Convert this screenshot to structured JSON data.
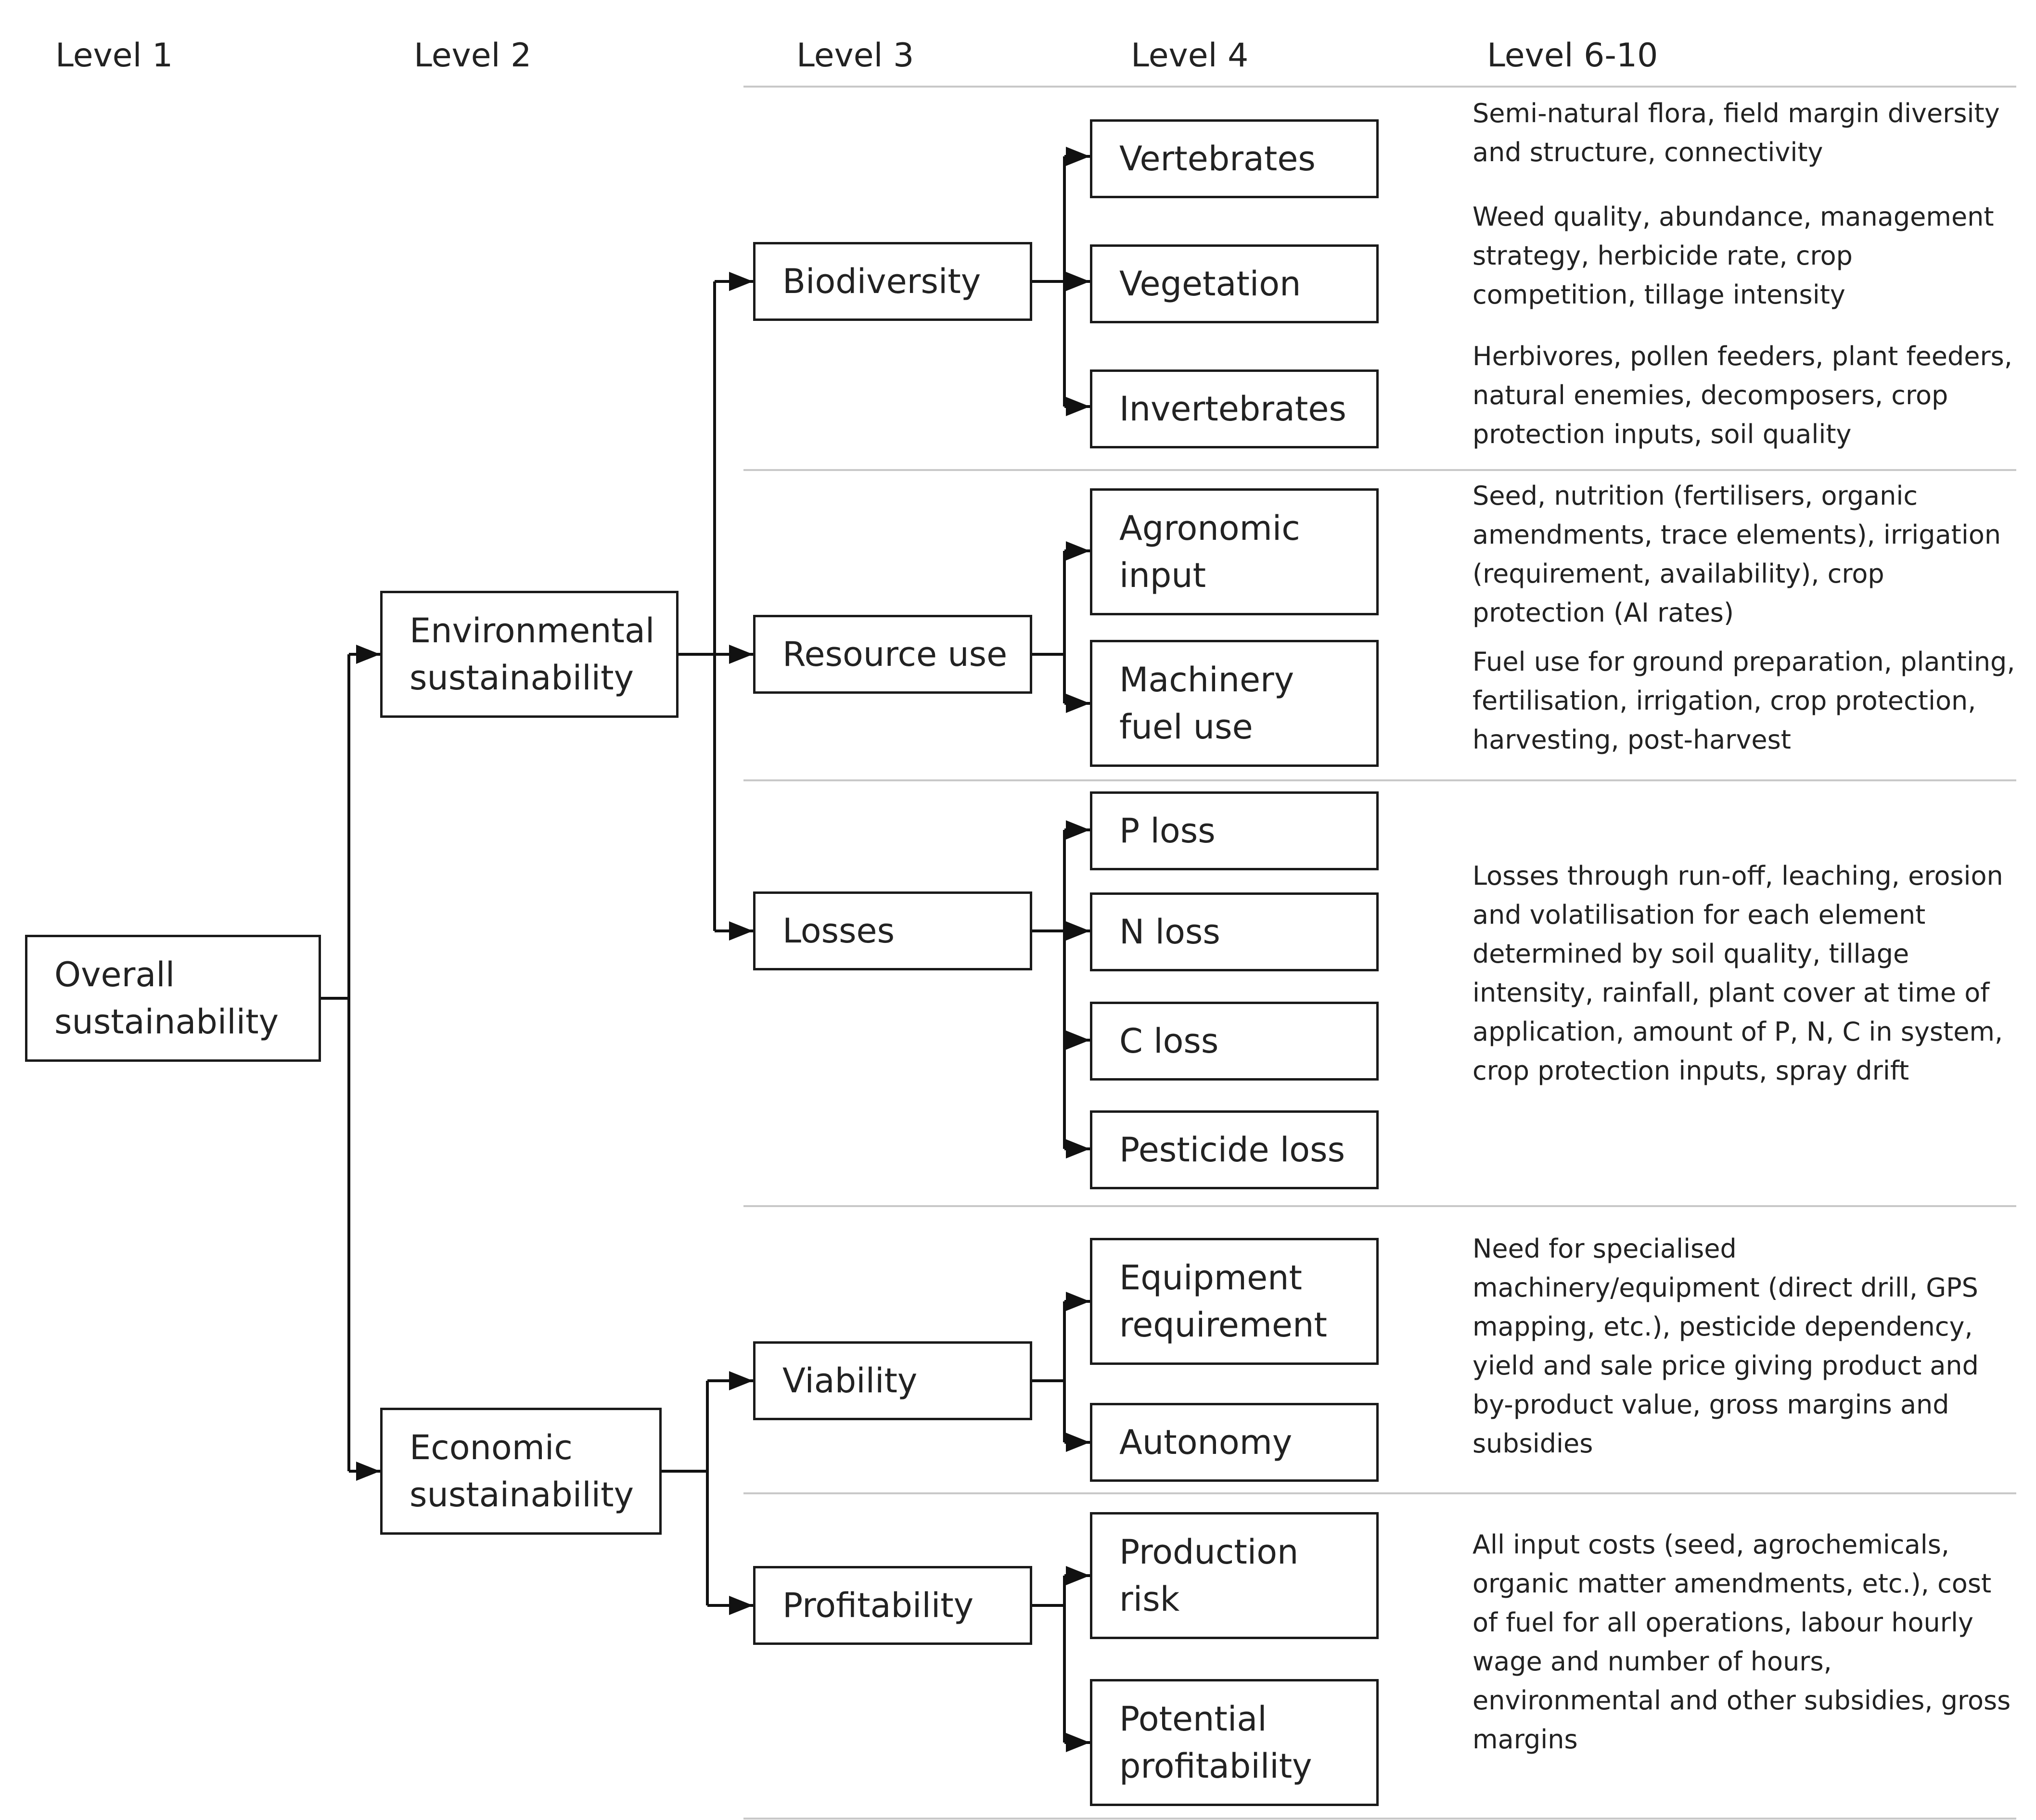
{
  "levels": [
    "Level 1",
    "Level 2",
    "Level 3",
    "Level 4",
    "Level 6-10"
  ],
  "nodes": {
    "overall": "Overall\nsustainability",
    "environmental": "Environmental\nsustainability",
    "economic": "Economic\nsustainability",
    "biodiversity": "Biodiversity",
    "resource_use": "Resource use",
    "losses": "Losses",
    "viability": "Viability",
    "profitability": "Profitability",
    "vertebrates": "Vertebrates",
    "vegetation": "Vegetation",
    "invertebrates": "Invertebrates",
    "agronomic_input": "Agronomic\ninput",
    "machinery_fuel": "Machinery\nfuel use",
    "p_loss": "P loss",
    "n_loss": "N loss",
    "c_loss": "C loss",
    "pesticide_loss": "Pesticide loss",
    "equipment": "Equipment\nrequirement",
    "autonomy": "Autonomy",
    "production_risk": "Production\nrisk",
    "potential_profitability": "Potential\nprofitability"
  },
  "notes": {
    "vertebrates": "Semi-natural flora, field margin diversity and structure, connectivity",
    "vegetation": "Weed quality, abundance, management strategy, herbicide rate, crop competition, tillage intensity",
    "invertebrates": "Herbivores, pollen feeders, plant feeders, natural enemies, decomposers, crop protection inputs, soil quality",
    "agronomic_input": "Seed, nutrition (fertilisers, organic amendments, trace elements), irrigation (requirement, availability), crop protection (AI rates)",
    "machinery_fuel": "Fuel use for ground preparation, planting, fertilisation, irrigation, crop protection, harvesting, post-harvest",
    "losses": "Losses through run-off, leaching, erosion and volatilisation for each element determined by soil quality, tillage intensity, rainfall, plant cover at time of application, amount of P, N, C in system, crop protection inputs, spray drift",
    "viability": "Need for specialised machinery/equipment (direct drill, GPS mapping, etc.), pesticide dependency, yield and sale price giving product and by-product value, gross margins and subsidies",
    "profitability": "All input costs (seed, agrochemicals, organic matter amendments, etc.), cost of fuel for all operations, labour hourly wage and number of hours, environmental and other subsidies, gross margins"
  }
}
